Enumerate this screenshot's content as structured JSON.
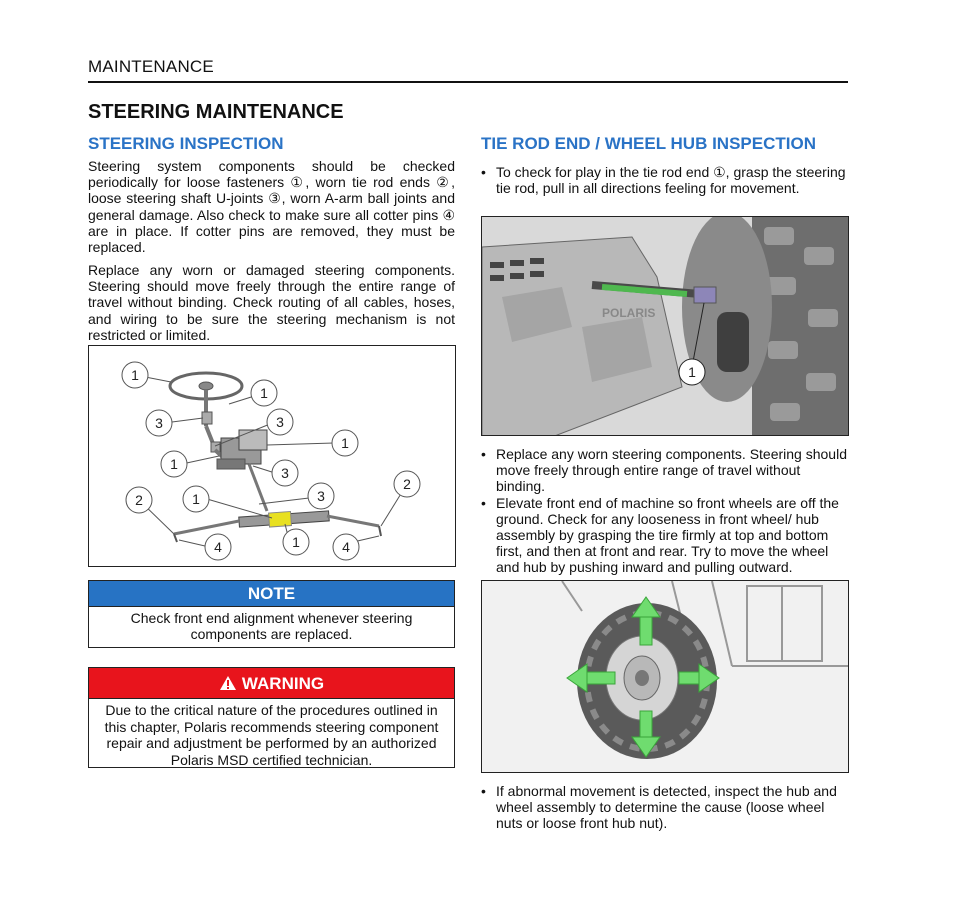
{
  "header": {
    "section": "MAINTENANCE",
    "title": "STEERING MAINTENANCE"
  },
  "left": {
    "heading": "STEERING INSPECTION",
    "paragraphs": [
      "Steering system components should be checked periodically for loose fasteners ①, worn tie rod ends ②, loose steering shaft U-joints ③, worn A-arm ball joints and general damage. Also check to make sure all cotter pins ④ are in place. If cotter pins are removed, they must be replaced.",
      "Replace any worn or damaged steering components. Steering should move freely through the entire range of travel without binding. Check routing of all cables, hoses, and wiring to be sure the steering mechanism is not restricted or limited."
    ],
    "figure_callouts": [
      "1",
      "1",
      "3",
      "3",
      "1",
      "1",
      "3",
      "2",
      "1",
      "3",
      "2",
      "4",
      "1",
      "4"
    ],
    "note": {
      "title": "NOTE",
      "text": "Check front end alignment whenever steering components are replaced."
    },
    "warning": {
      "title": "WARNING",
      "text": "Due to the critical nature of the procedures outlined in this chapter, Polaris recommends steering component repair and adjustment be performed by an authorized Polaris MSD certified technician."
    }
  },
  "right": {
    "heading": "TIE ROD END / WHEEL HUB INSPECTION",
    "bullet1": "To check for play in the tie rod end ①, grasp the steering tie rod, pull in all directions feeling for movement.",
    "photo1_callout": "1",
    "photo1_logo": "POLARIS",
    "bullets2": [
      "Replace any worn steering components. Steering should move freely through entire range of travel without binding.",
      "Elevate front end of machine so front wheels are off the ground. Check for any looseness in front wheel/ hub assembly by grasping the tire firmly at top and bottom first, and then at front and rear. Try to move the wheel and hub by pushing inward and pulling outward."
    ],
    "bullet3": "If abnormal movement is detected, inspect the hub and wheel assembly to determine the cause (loose wheel nuts or loose front hub nut)."
  },
  "colors": {
    "heading_blue": "#2a73c6",
    "note_blue": "#2773c4",
    "warning_red": "#e8141c",
    "arrow_green": "#6fdc6f"
  }
}
